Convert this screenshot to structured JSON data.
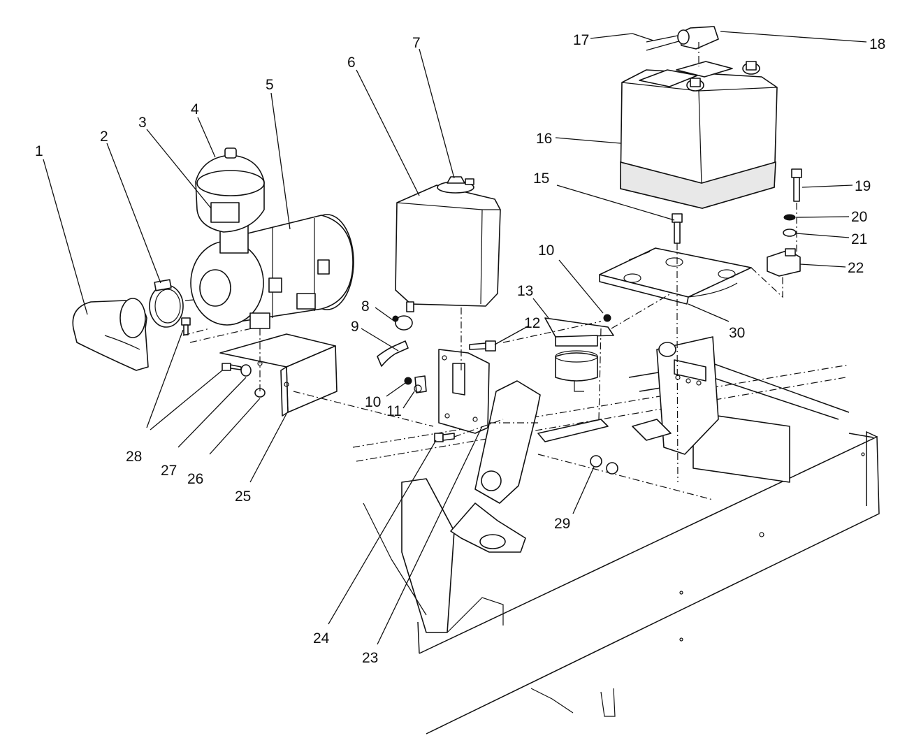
{
  "callouts": {
    "c1": "1",
    "c2": "2",
    "c3": "3",
    "c4": "4",
    "c5": "5",
    "c6": "6",
    "c7": "7",
    "c8": "8",
    "c9": "9",
    "c10a": "10",
    "c10b": "10",
    "c11": "11",
    "c12": "12",
    "c13": "13",
    "c15": "15",
    "c16": "16",
    "c17": "17",
    "c18": "18",
    "c19": "19",
    "c20": "20",
    "c21": "21",
    "c22": "22",
    "c23": "23",
    "c24": "24",
    "c25": "25",
    "c26": "26",
    "c27": "27",
    "c28": "28",
    "c29": "29",
    "c30": "30"
  },
  "colors": {
    "line": "#111111",
    "background": "#ffffff"
  }
}
